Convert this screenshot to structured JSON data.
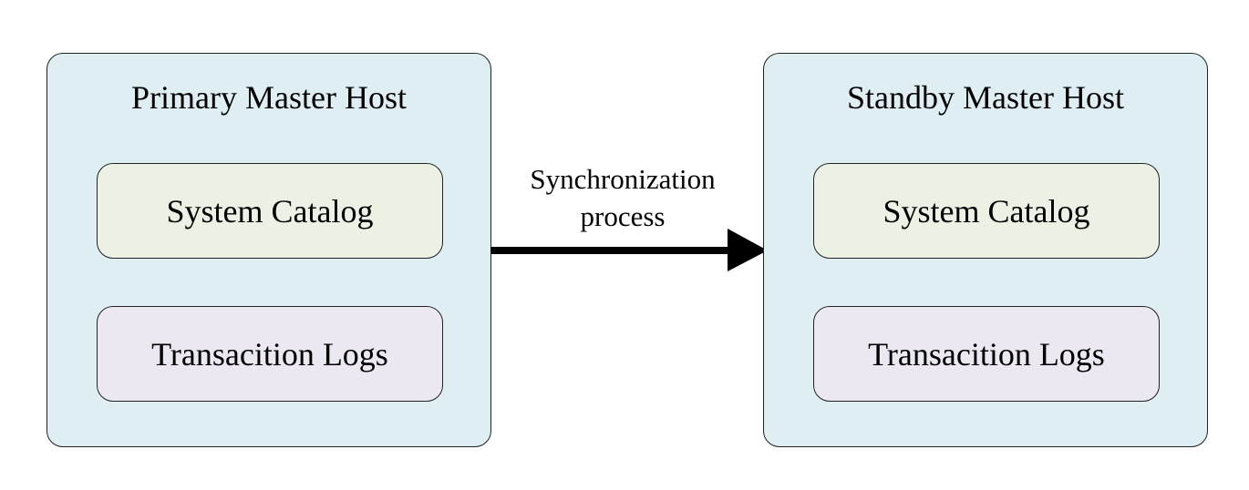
{
  "diagram": {
    "primary_host": {
      "title": "Primary Master Host",
      "system_catalog": "System Catalog",
      "transaction_logs": "Transacition Logs"
    },
    "standby_host": {
      "title": "Standby Master Host",
      "system_catalog": "System Catalog",
      "transaction_logs": "Transacition Logs"
    },
    "arrow": {
      "label_line1": "Synchronization",
      "label_line2": "process"
    }
  },
  "colors": {
    "host_fill": "#dfeef3",
    "catalog_fill": "#ebf1e3",
    "logs_fill": "#ebe8f1",
    "stroke": "#222222",
    "arrow": "#000000"
  }
}
